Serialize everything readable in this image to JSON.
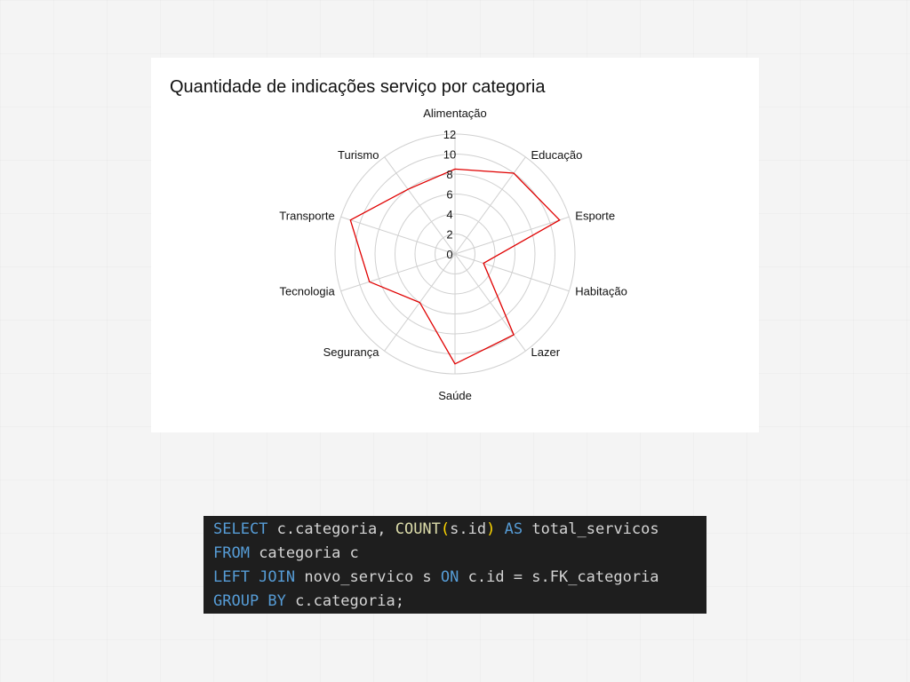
{
  "chart_data": {
    "type": "radar",
    "title": "Quantidade de indicações serviço por categoria",
    "categories": [
      "Alimentação",
      "Educação",
      "Esporte",
      "Habitação",
      "Lazer",
      "Saúde",
      "Segurança",
      "Tecnologia",
      "Transporte",
      "Turismo"
    ],
    "series": [
      {
        "values": [
          8.5,
          10,
          11,
          3,
          10,
          11,
          6,
          9,
          11,
          8
        ]
      }
    ],
    "r_ticks": [
      "0",
      "2",
      "4",
      "6",
      "8",
      "10",
      "12"
    ],
    "rlim": [
      0,
      12
    ],
    "grid": true,
    "colors": {
      "series": "#e00000",
      "grid": "#d0d0d0"
    }
  },
  "code": {
    "lines": [
      [
        {
          "t": "SELECT",
          "c": "kw"
        },
        {
          "t": " c.categoria, "
        },
        {
          "t": "COUNT",
          "c": "fn"
        },
        {
          "t": "(",
          "c": "paren"
        },
        {
          "t": "s.id"
        },
        {
          "t": ")",
          "c": "paren"
        },
        {
          "t": " "
        },
        {
          "t": "AS",
          "c": "kw"
        },
        {
          "t": " total_servicos"
        }
      ],
      [
        {
          "t": "FROM",
          "c": "kw"
        },
        {
          "t": " categoria c"
        }
      ],
      [
        {
          "t": "LEFT JOIN",
          "c": "kw"
        },
        {
          "t": " novo_servico s "
        },
        {
          "t": "ON",
          "c": "kw"
        },
        {
          "t": " c.id = s.FK_categoria"
        }
      ],
      [
        {
          "t": "GROUP BY",
          "c": "kw"
        },
        {
          "t": " c.categoria;"
        }
      ]
    ]
  }
}
